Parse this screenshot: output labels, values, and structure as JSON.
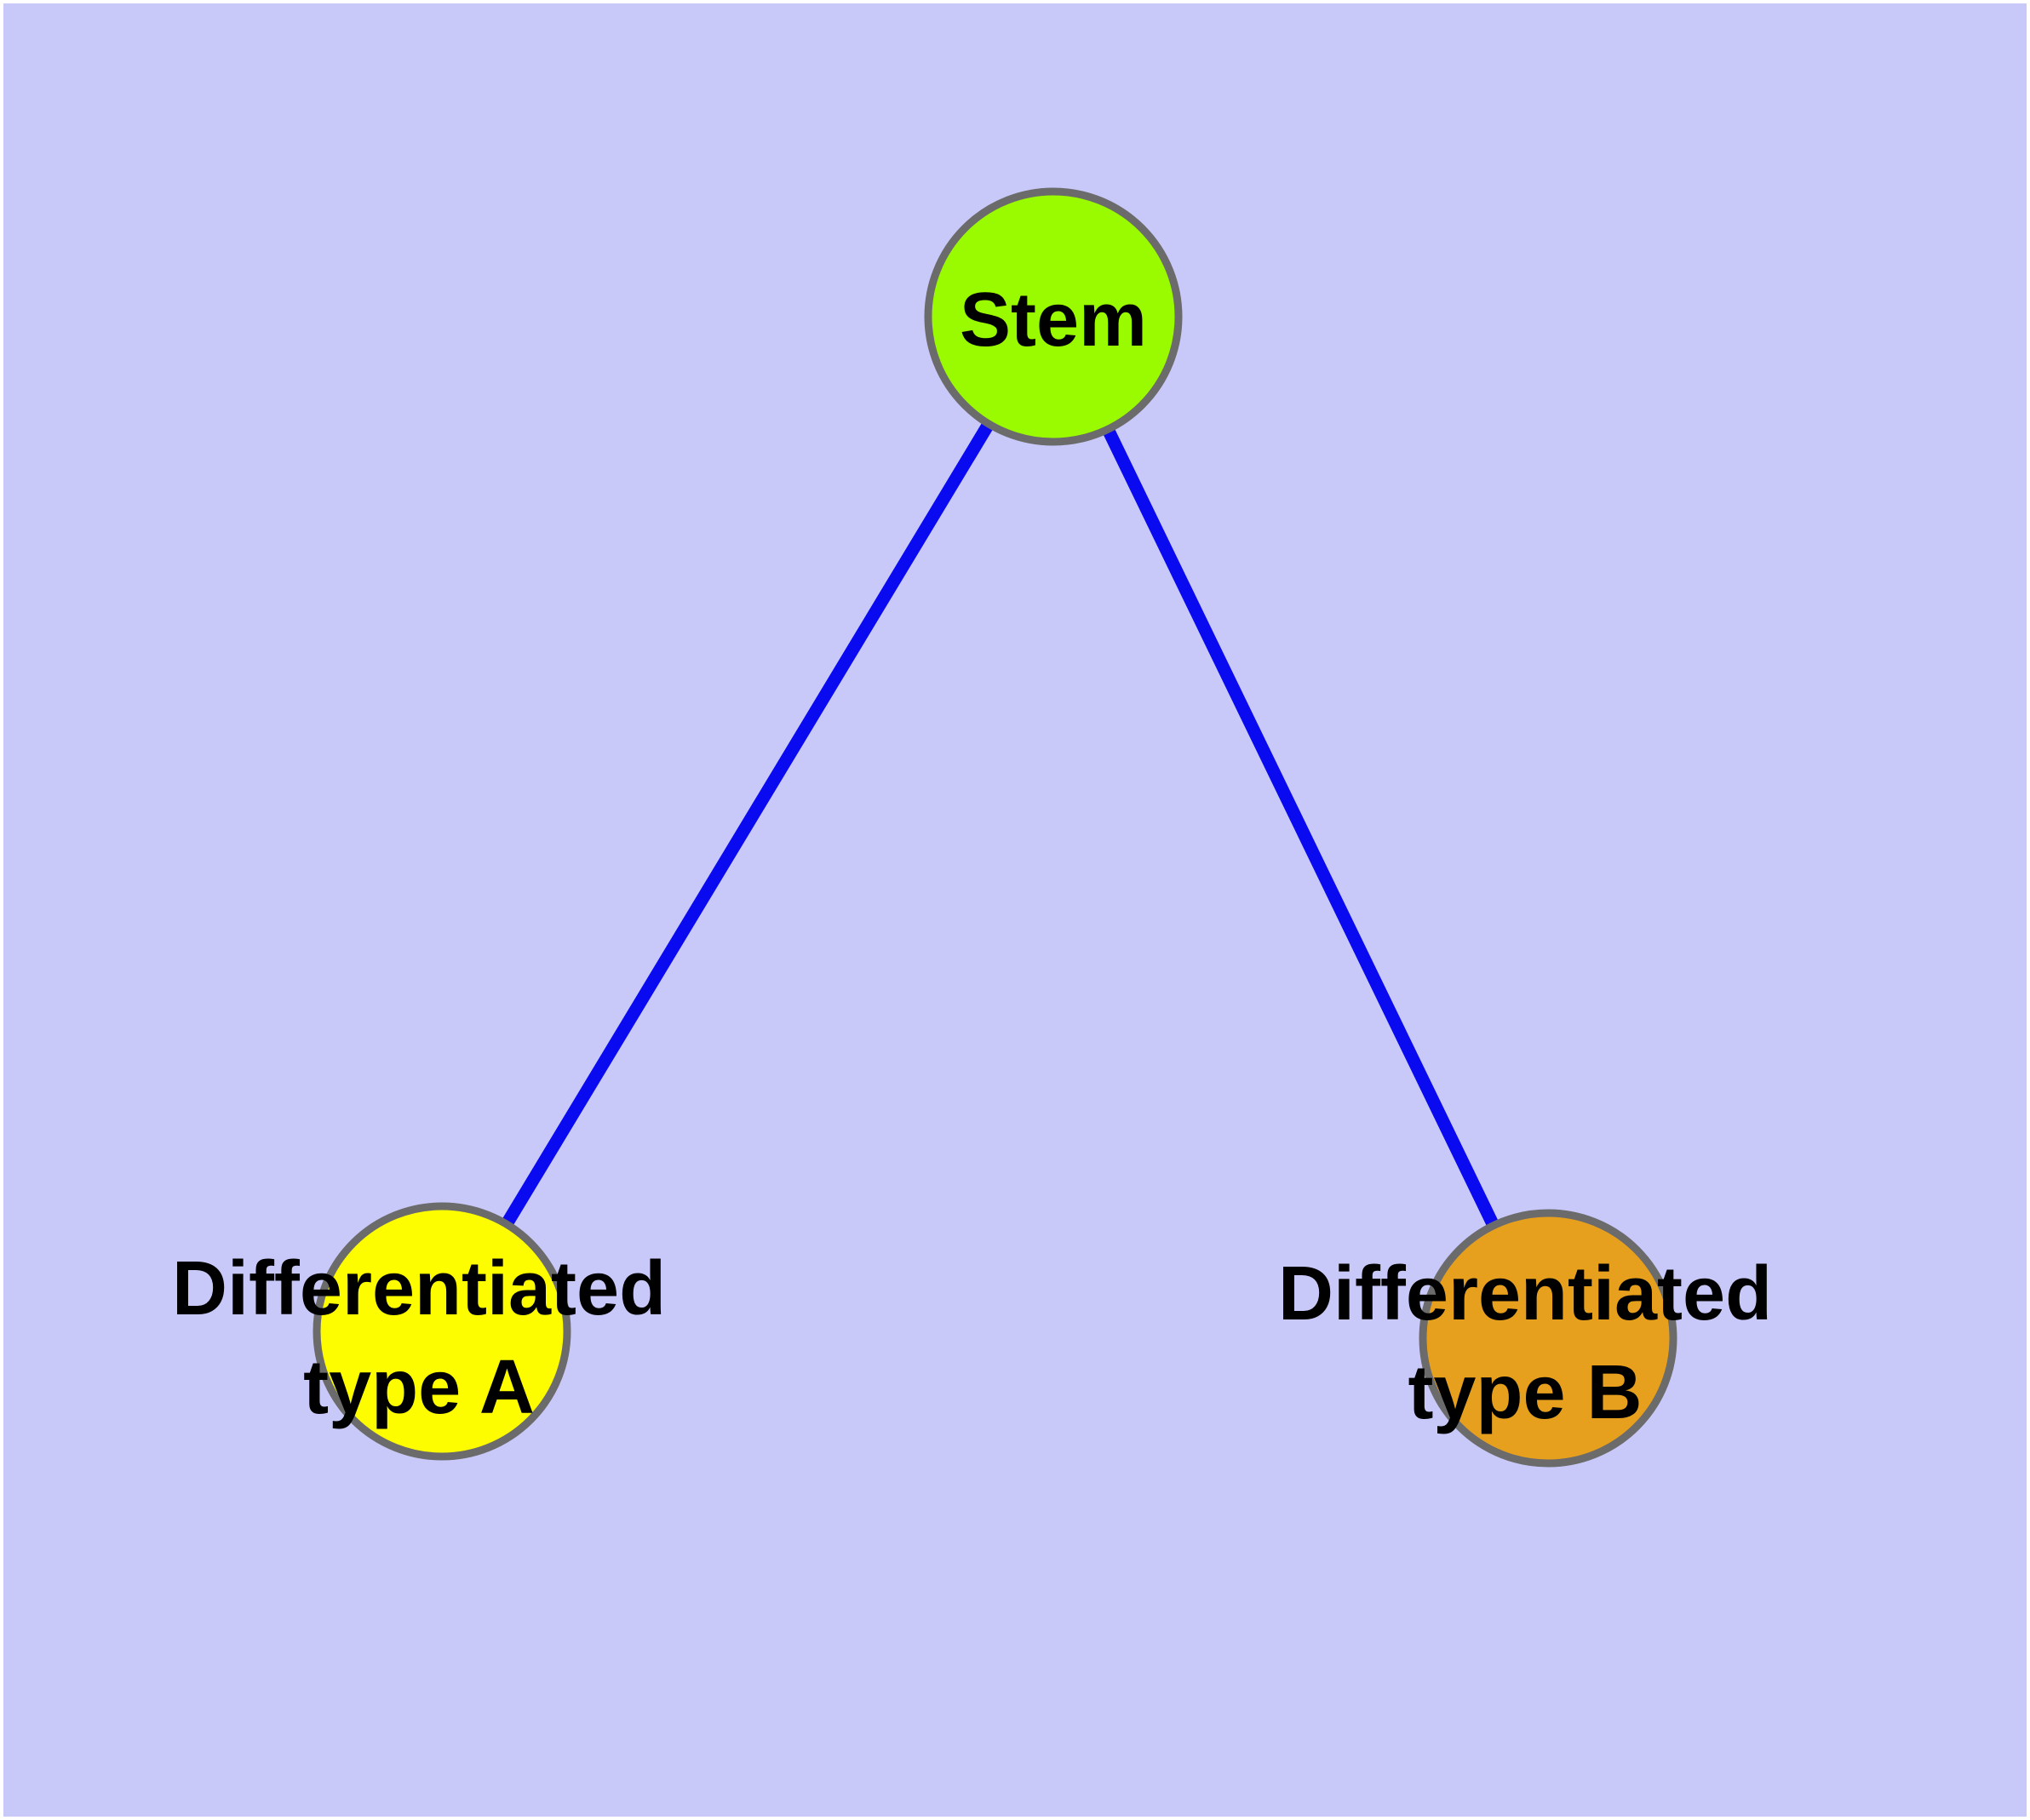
{
  "background": {
    "frame_color": "#ffffff",
    "canvas_color": "#c9c9f9"
  },
  "diagram": {
    "type": "node-link-graph",
    "text_color": "#000000",
    "nodes": [
      {
        "id": "stem",
        "label": "Stem",
        "lines": [
          "Stem"
        ],
        "fill": "#9afa00",
        "stroke": "#6b6b6b"
      },
      {
        "id": "differentiated-type-a",
        "label": "Differentiated type A",
        "lines": [
          "Differentiated",
          "type A"
        ],
        "fill": "#fdfd00",
        "stroke": "#6b6b6b"
      },
      {
        "id": "differentiated-type-b",
        "label": "Differentiated type B",
        "lines": [
          "Differentiated",
          "type B"
        ],
        "fill": "#e6a01e",
        "stroke": "#6b6b6b"
      }
    ],
    "edges": [
      {
        "from": "stem",
        "to": "differentiated-type-a",
        "color": "#0a0af0"
      },
      {
        "from": "stem",
        "to": "differentiated-type-b",
        "color": "#0a0af0"
      }
    ]
  }
}
